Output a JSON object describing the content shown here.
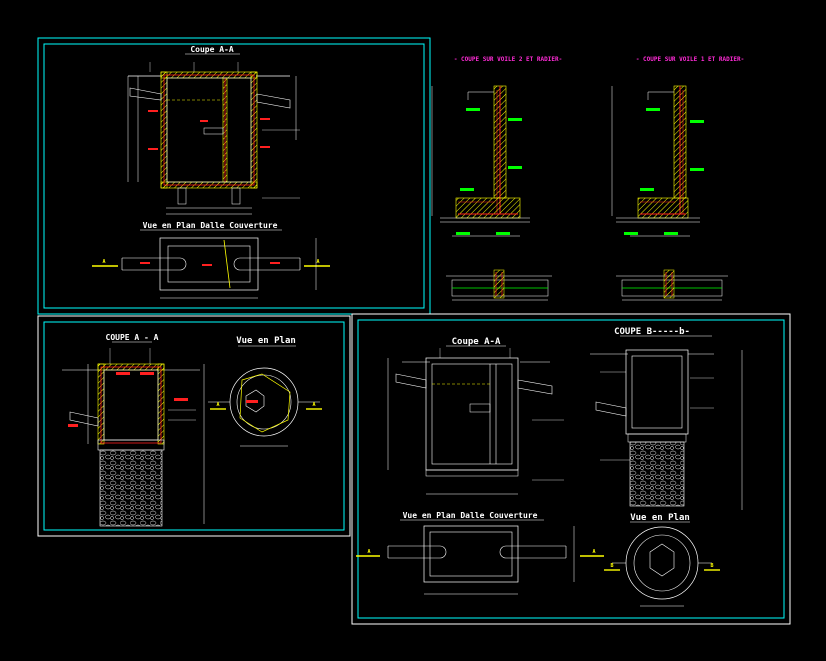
{
  "titles": {
    "top_coupe": "Coupe A-A",
    "top_plan": "Vue en Plan Dalle Couverture",
    "wall_coupe_2": "- COUPE SUR VOILE 2 ET RADIER-",
    "wall_coupe_1": "- COUPE SUR VOILE 1 ET RADIER-",
    "left_coupe": "COUPE A - A",
    "left_plan": "Vue en Plan",
    "right_coupe_a": "Coupe A-A",
    "right_coupe_b": "COUPE B-----b-",
    "right_plan_dalle": "Vue en Plan Dalle Couverture",
    "right_plan": "Vue en Plan"
  },
  "markers": {
    "a": "A",
    "b": "B"
  },
  "colors": {
    "background": "#000000",
    "frame": "#00ffff",
    "concrete_hatch": "#ffff00",
    "rebar": "#ff2020",
    "annotation": "#ffffff",
    "section_titles": "#ff2bd6",
    "gravel": "#ffffff",
    "ground": "#00ff00"
  }
}
